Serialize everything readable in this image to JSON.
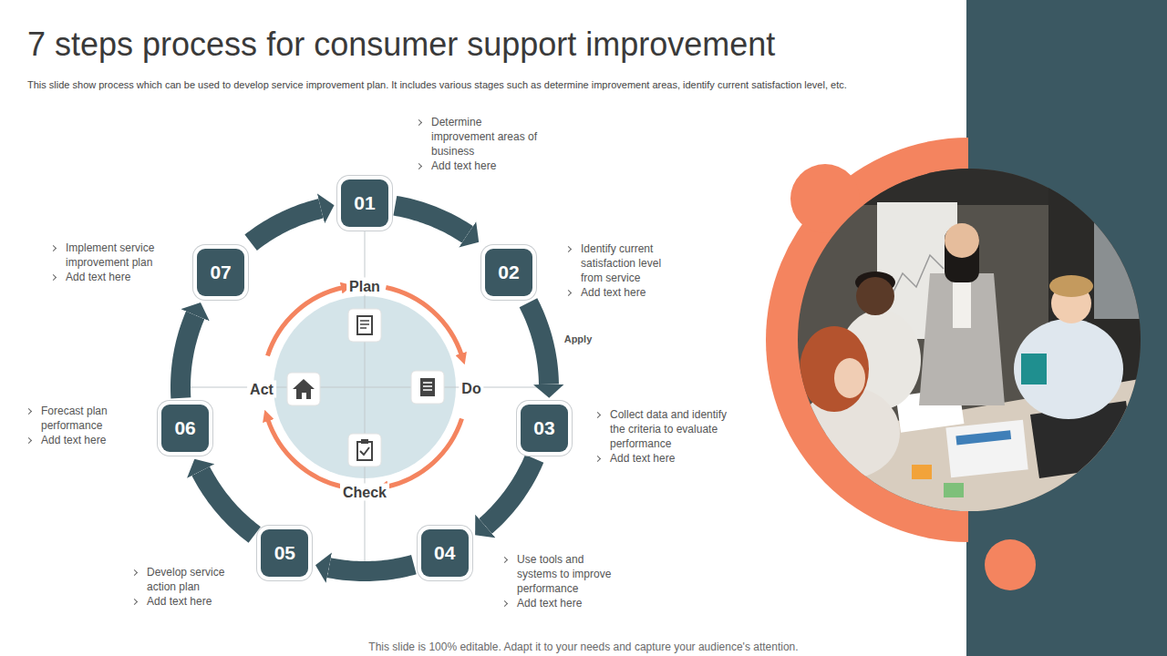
{
  "diagram": {
    "title": "7 steps process for consumer support improvement",
    "caption": "This slide is 100% editable. Adapt it to your needs and capture your audience's attention.",
    "nodes": [
      {
        "text": [
          "01"
        ]
      },
      {
        "text": [
          "02"
        ]
      },
      {
        "text": [
          "03"
        ]
      },
      {
        "text": [
          "04"
        ]
      },
      {
        "text": [
          "05"
        ]
      },
      {
        "text": [
          "06"
        ]
      },
      {
        "text": [
          "07"
        ]
      }
    ],
    "edges": [
      {
        "from": 0,
        "to": 1,
        "arrow": "to"
      },
      {
        "from": 1,
        "to": 2,
        "arrow": "to",
        "label": "Apply"
      },
      {
        "from": 2,
        "to": 3,
        "arrow": "to"
      },
      {
        "from": 3,
        "to": 4,
        "arrow": "to"
      },
      {
        "from": 4,
        "to": 5,
        "arrow": "to"
      },
      {
        "from": 5,
        "to": 6,
        "arrow": "to"
      },
      {
        "from": 6,
        "to": 0,
        "arrow": "to"
      }
    ],
    "labels": [
      "This slide show process which can be used to develop service improvement plan. It includes various stages such as determine improvement areas, identify current satisfaction level, etc.",
      "Plan",
      "Do",
      "Check",
      "Act",
      "Determine improvement areas of business",
      "Add text here",
      "Identify current satisfaction level from service",
      "Add text here",
      "Collect data and identify the criteria to evaluate performance",
      "Add text here",
      "Use tools and systems to improve performance",
      "Add text here",
      "Develop service action plan",
      "Add text here",
      "Forecast plan performance",
      "Add text here",
      "Implement service improvement plan",
      "Add text here"
    ]
  }
}
